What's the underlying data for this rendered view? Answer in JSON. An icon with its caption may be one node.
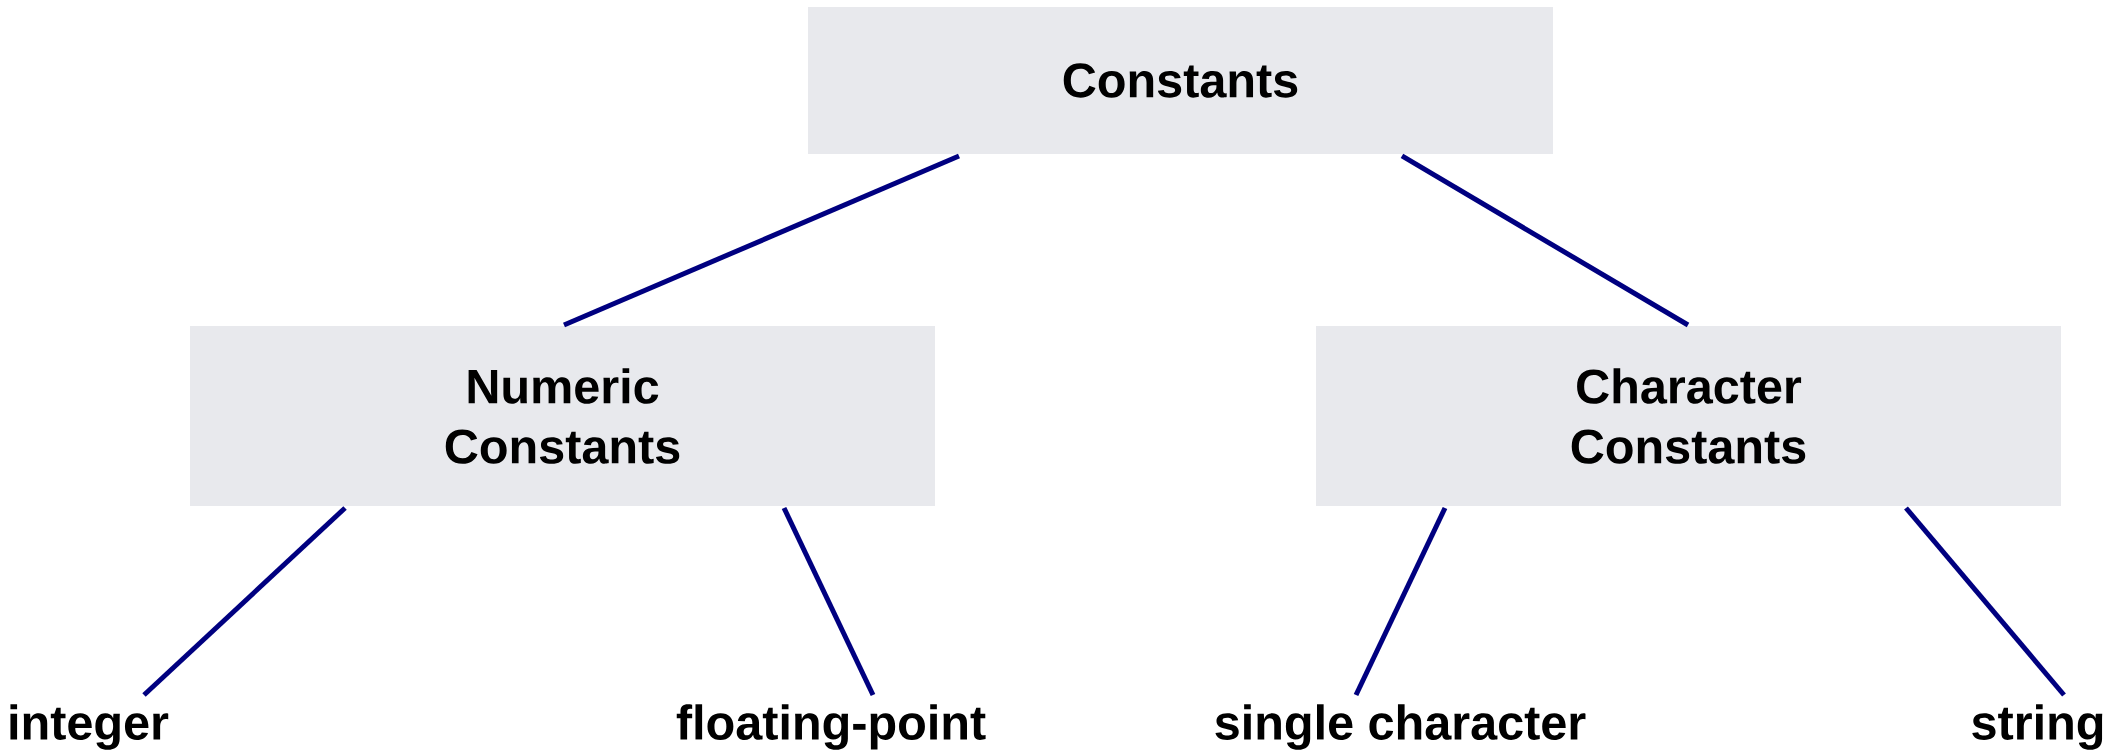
{
  "diagram": {
    "nodes": [
      {
        "text": [
          "Constants"
        ]
      },
      {
        "text": [
          "Numeric Constants"
        ]
      },
      {
        "text": [
          "Character Constants"
        ]
      },
      {
        "text": [
          "integer"
        ]
      },
      {
        "text": [
          "floating-point"
        ]
      },
      {
        "text": [
          "single character"
        ]
      },
      {
        "text": [
          "string"
        ]
      }
    ],
    "edges": [
      {
        "from": 0,
        "to": 1,
        "arrow": "none"
      },
      {
        "from": 0,
        "to": 2,
        "arrow": "none"
      },
      {
        "from": 1,
        "to": 3,
        "arrow": "none"
      },
      {
        "from": 1,
        "to": 4,
        "arrow": "none"
      },
      {
        "from": 2,
        "to": 5,
        "arrow": "none"
      },
      {
        "from": 2,
        "to": 6,
        "arrow": "none"
      }
    ]
  }
}
